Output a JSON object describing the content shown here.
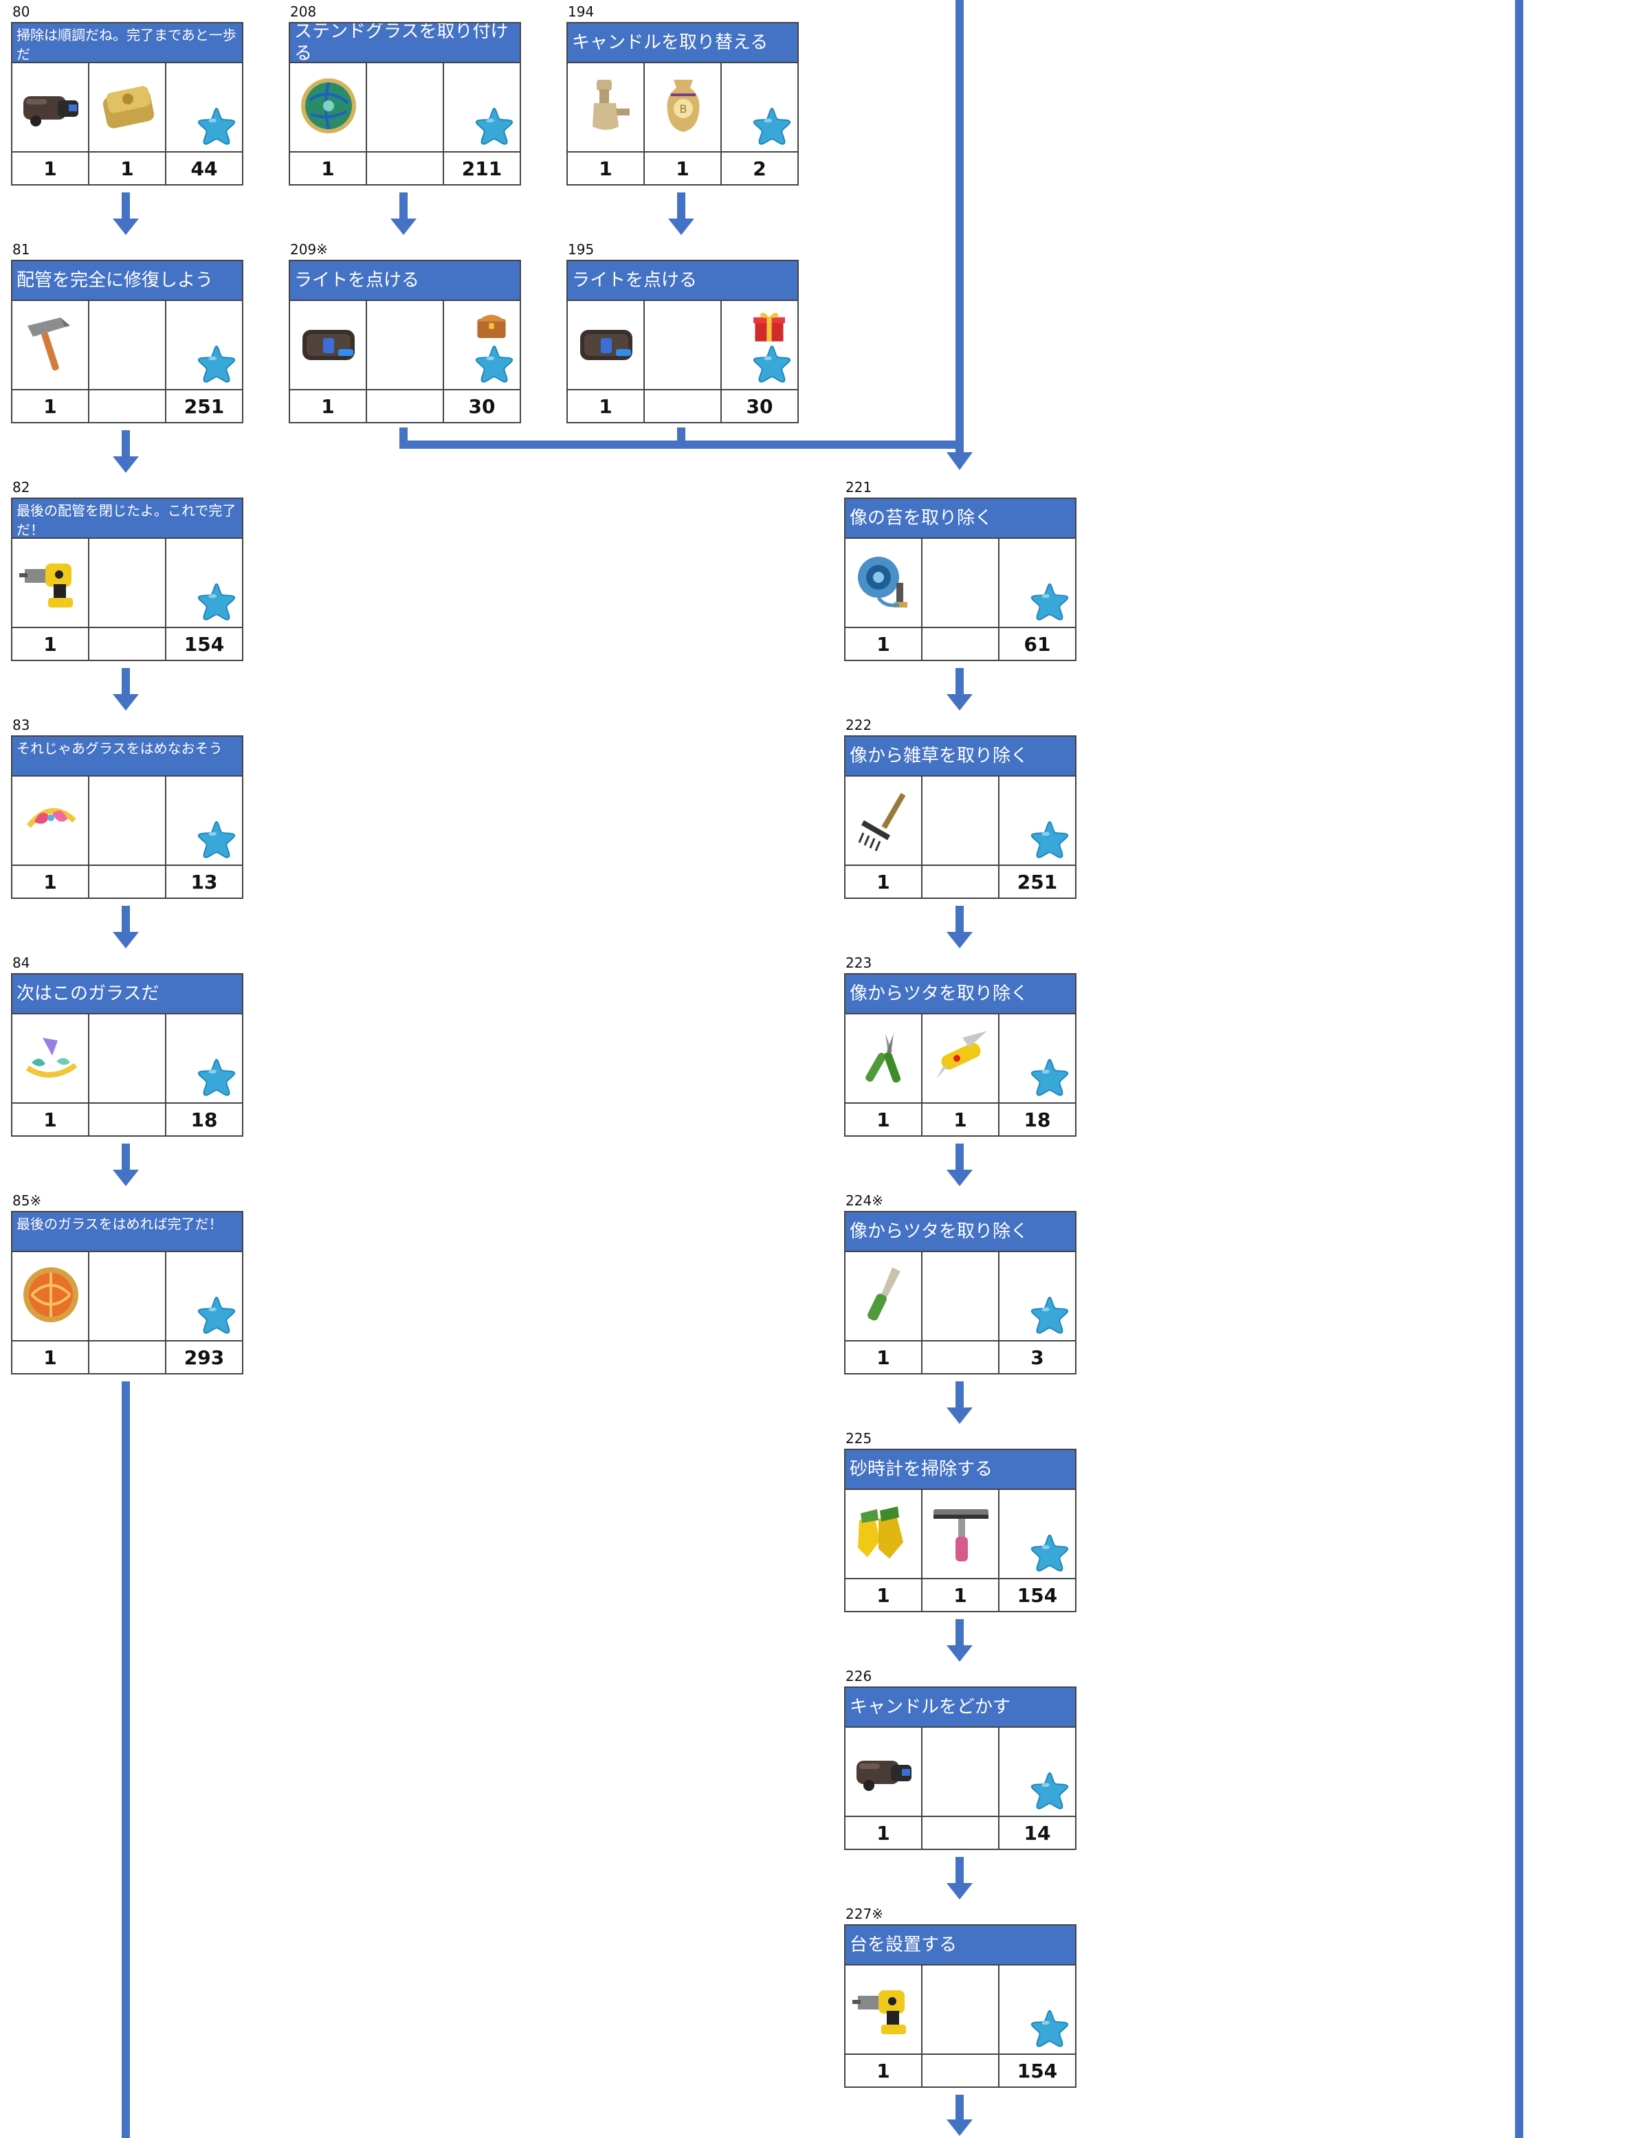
{
  "colors": {
    "accent": "#4472c4",
    "star": "#3aa7d9",
    "line": "#4472c4"
  },
  "tasks": [
    {
      "id": "80",
      "title": "掃除は順調だね。完了まであと一歩だ",
      "title_size": "small",
      "items": [
        {
          "icon": "vacuum-icon",
          "qty": "1"
        },
        {
          "icon": "sponge-icon",
          "qty": "1"
        }
      ],
      "reward_icon": "",
      "stars": "44"
    },
    {
      "id": "208",
      "title": "ステンドグラスを取り付ける",
      "title_size": "normal",
      "items": [
        {
          "icon": "stained-glass-icon",
          "qty": "1"
        }
      ],
      "reward_icon": "",
      "stars": "211"
    },
    {
      "id": "194",
      "title": "キャンドルを取り替える",
      "title_size": "normal",
      "items": [
        {
          "icon": "faucet-icon",
          "qty": "1"
        },
        {
          "icon": "vase-icon",
          "qty": "1"
        }
      ],
      "reward_icon": "",
      "stars": "2"
    },
    {
      "id": "81",
      "title": "配管を完全に修復しよう",
      "title_size": "normal",
      "items": [
        {
          "icon": "hammer-icon",
          "qty": "1"
        }
      ],
      "reward_icon": "",
      "stars": "251"
    },
    {
      "id": "209※",
      "title": "ライトを点ける",
      "title_size": "normal",
      "items": [
        {
          "icon": "battery-icon",
          "qty": "1"
        }
      ],
      "reward_icon": "chest-icon",
      "stars": "30"
    },
    {
      "id": "195",
      "title": "ライトを点ける",
      "title_size": "normal",
      "items": [
        {
          "icon": "battery-icon",
          "qty": "1"
        }
      ],
      "reward_icon": "gift-icon",
      "stars": "30"
    },
    {
      "id": "82",
      "title": "最後の配管を閉じたよ。これで完了だ！",
      "title_size": "small",
      "items": [
        {
          "icon": "drill-icon",
          "qty": "1"
        }
      ],
      "reward_icon": "",
      "stars": "154"
    },
    {
      "id": "221",
      "title": "像の苔を取り除く",
      "title_size": "normal",
      "items": [
        {
          "icon": "hose-reel-icon",
          "qty": "1"
        }
      ],
      "reward_icon": "",
      "stars": "61"
    },
    {
      "id": "83",
      "title": "それじゃあグラスをはめなおそう",
      "title_size": "small",
      "items": [
        {
          "icon": "glass-piece-pink-icon",
          "qty": "1"
        }
      ],
      "reward_icon": "",
      "stars": "13"
    },
    {
      "id": "222",
      "title": "像から雑草を取り除く",
      "title_size": "normal",
      "items": [
        {
          "icon": "rake-icon",
          "qty": "1"
        }
      ],
      "reward_icon": "",
      "stars": "251"
    },
    {
      "id": "84",
      "title": "次はこのガラスだ",
      "title_size": "normal",
      "items": [
        {
          "icon": "glass-piece-purple-icon",
          "qty": "1"
        }
      ],
      "reward_icon": "",
      "stars": "18"
    },
    {
      "id": "223",
      "title": "像からツタを取り除く",
      "title_size": "normal",
      "items": [
        {
          "icon": "pruning-shears-icon",
          "qty": "1"
        },
        {
          "icon": "pocket-knife-icon",
          "qty": "1"
        }
      ],
      "reward_icon": "",
      "stars": "18"
    },
    {
      "id": "85※",
      "title": "最後のガラスをはめれば完了だ！",
      "title_size": "small",
      "items": [
        {
          "icon": "round-glass-icon",
          "qty": "1"
        }
      ],
      "reward_icon": "",
      "stars": "293"
    },
    {
      "id": "224※",
      "title": "像からツタを取り除く",
      "title_size": "normal",
      "items": [
        {
          "icon": "knife-icon",
          "qty": "1"
        }
      ],
      "reward_icon": "",
      "stars": "3"
    },
    {
      "id": "225",
      "title": "砂時計を掃除する",
      "title_size": "normal",
      "items": [
        {
          "icon": "gloves-icon",
          "qty": "1"
        },
        {
          "icon": "squeegee-icon",
          "qty": "1"
        }
      ],
      "reward_icon": "",
      "stars": "154"
    },
    {
      "id": "226",
      "title": "キャンドルをどかす",
      "title_size": "normal",
      "items": [
        {
          "icon": "vacuum-icon",
          "qty": "1"
        }
      ],
      "reward_icon": "",
      "stars": "14"
    },
    {
      "id": "227※",
      "title": "台を設置する",
      "title_size": "normal",
      "items": [
        {
          "icon": "drill-icon",
          "qty": "1"
        }
      ],
      "reward_icon": "",
      "stars": "154"
    }
  ]
}
